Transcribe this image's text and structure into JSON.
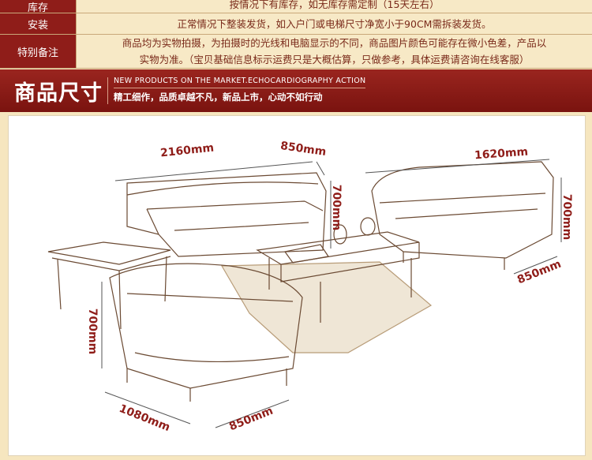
{
  "spec_rows": [
    {
      "key": "库存",
      "value": "按情况下有库存，如无库存需定制（15天左右）"
    },
    {
      "key": "安装",
      "value": "正常情况下整装发货，如入户门或电梯尺寸净宽小于90CM需拆装发货。"
    },
    {
      "key": "特别备注",
      "line1": "商品均为实物拍摄，为拍摄时的光线和电脑显示的不同，商品图片颜色可能存在微小色差，产品以",
      "line2": "实物为准。（宝贝基础信息标示运费只是大概估算，只做参考，具体运费请咨询在线客服）"
    }
  ],
  "banner": {
    "title": "商品尺寸",
    "en": "NEW PRODUCTS ON THE MARKET.ECHOCARDIOGRAPHY ACTION",
    "sub": "精工细作，品质卓越不凡，新品上市，心动不如行动"
  },
  "dimensions": {
    "sofa3_width": "2160mm",
    "sofa3_depth": "850mm",
    "sofa3_height": "700mm",
    "sofa2_width": "1620mm",
    "sofa2_height": "700mm",
    "sofa2_depth": "850mm",
    "chair_height": "700mm",
    "chair_width": "1080mm",
    "chair_depth": "850mm"
  },
  "colors": {
    "brand_red": "#8f1d19",
    "bg": "#f6e6bf",
    "line": "#7a2a1a"
  }
}
